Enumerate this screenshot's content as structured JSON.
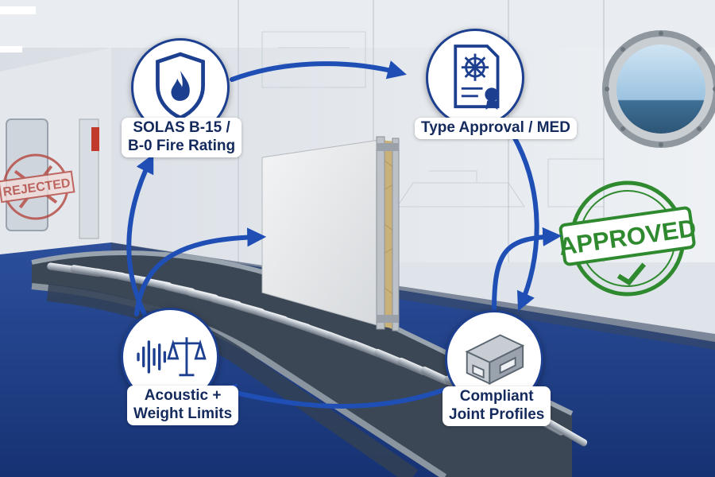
{
  "nodes": {
    "fire_rating": {
      "line1": "SOLAS B-15 /",
      "line2": "B-0 Fire Rating",
      "icon": "shield-flame-icon"
    },
    "type_approval": {
      "line1": "Type Approval / MED",
      "icon": "certificate-helm-icon"
    },
    "acoustic_weight": {
      "line1": "Acoustic +",
      "line2": "Weight Limits",
      "icon": "sound-wave-scale-icon"
    },
    "joint_profiles": {
      "line1": "Compliant",
      "line2": "Joint Profiles",
      "icon": "aluminum-profile-icon"
    }
  },
  "stamps": {
    "approved": "APPROVED",
    "rejected": "REJECTED"
  },
  "colors": {
    "arrow_blue": "#1f4fb5",
    "node_border": "#1d3f8f",
    "approved_green": "#2f8a2f",
    "rejected_red": "#b5473f",
    "floor_blue": "#1f3f8a",
    "insulation": "#c9b27a"
  }
}
